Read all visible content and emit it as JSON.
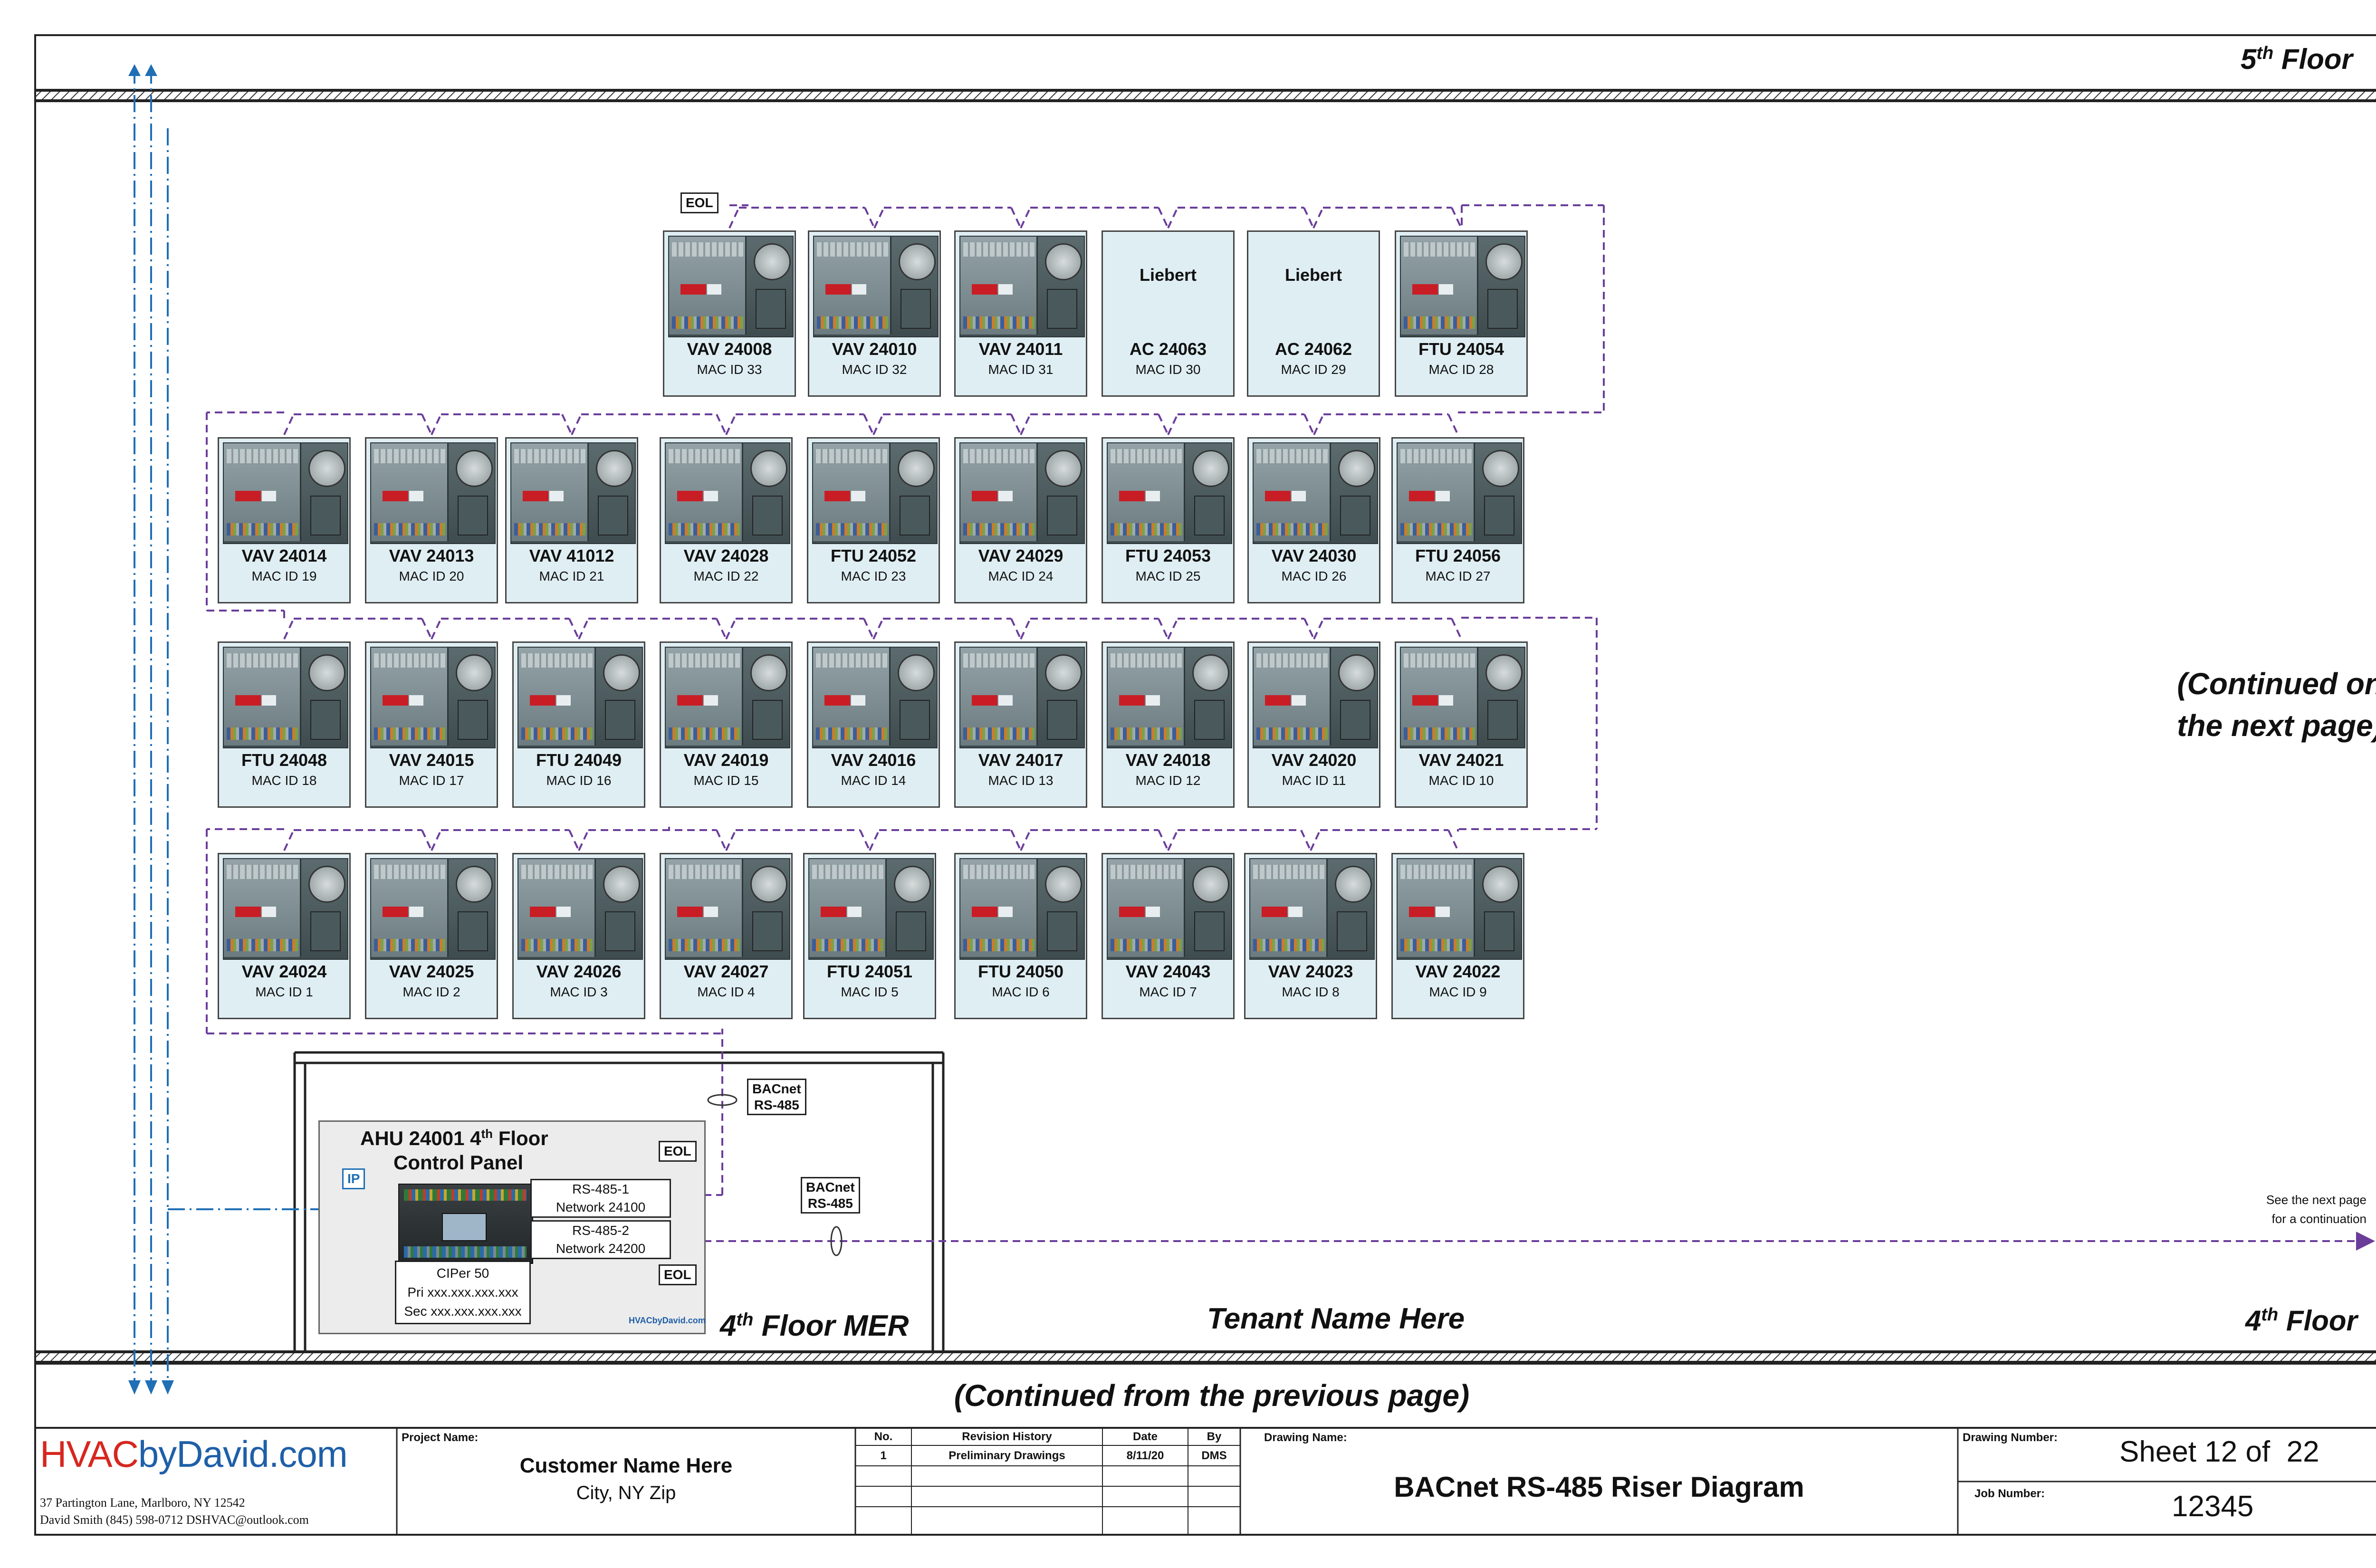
{
  "floors": {
    "top": "5th Floor",
    "bottom": "4th Floor",
    "top_base": "5",
    "top_sup": "th",
    "top_word": "Floor",
    "bottom_base": "4",
    "bottom_sup": "th",
    "bottom_word": "Floor"
  },
  "notes": {
    "continued_next": [
      "(Continued on",
      "the next page)"
    ],
    "continued_prev": "(Continued from the previous page)",
    "tenant": "Tenant Name Here",
    "see_next": [
      "See the next page",
      "for a continuation"
    ],
    "mer": "4th Floor MER",
    "mer_base": "4",
    "mer_sup": "th",
    "mer_word": "Floor MER"
  },
  "eol": "EOL",
  "bacnet_tag": [
    "BACnet",
    "RS-485"
  ],
  "ip_tag": "IP",
  "panel": {
    "title_line1_base": "AHU 24001 4",
    "title_line1_sup": "th",
    "title_line1_end": " Floor",
    "title_line2": "Control Panel",
    "controller": [
      "CIPer 50",
      "Pri xxx.xxx.xxx.xxx",
      "Sec xxx.xxx.xxx.xxx"
    ],
    "rs1": [
      "RS-485-1",
      "Network 24100"
    ],
    "rs2": [
      "RS-485-2",
      "Network 24200"
    ],
    "watermark": "HVACbyDavid.com"
  },
  "devices": {
    "row1": [
      {
        "name": "VAV 24008",
        "mac": "MAC ID 33"
      },
      {
        "name": "VAV 24010",
        "mac": "MAC ID 32"
      },
      {
        "name": "VAV 24011",
        "mac": "MAC ID 31"
      },
      {
        "name": "AC 24063",
        "mac": "MAC ID 30",
        "brand": "Liebert"
      },
      {
        "name": "AC 24062",
        "mac": "MAC ID 29",
        "brand": "Liebert"
      },
      {
        "name": "FTU 24054",
        "mac": "MAC ID 28"
      }
    ],
    "row2": [
      {
        "name": "VAV 24014",
        "mac": "MAC ID 19"
      },
      {
        "name": "VAV 24013",
        "mac": "MAC ID 20"
      },
      {
        "name": "VAV 41012",
        "mac": "MAC ID 21"
      },
      {
        "name": "VAV 24028",
        "mac": "MAC ID 22"
      },
      {
        "name": "FTU 24052",
        "mac": "MAC ID 23"
      },
      {
        "name": "VAV 24029",
        "mac": "MAC ID 24"
      },
      {
        "name": "FTU 24053",
        "mac": "MAC ID 25"
      },
      {
        "name": "VAV 24030",
        "mac": "MAC ID 26"
      },
      {
        "name": "FTU 24056",
        "mac": "MAC ID 27"
      }
    ],
    "row3": [
      {
        "name": "FTU 24048",
        "mac": "MAC ID 18"
      },
      {
        "name": "VAV 24015",
        "mac": "MAC ID 17"
      },
      {
        "name": "FTU 24049",
        "mac": "MAC ID 16"
      },
      {
        "name": "VAV 24019",
        "mac": "MAC ID 15"
      },
      {
        "name": "VAV 24016",
        "mac": "MAC ID 14"
      },
      {
        "name": "VAV 24017",
        "mac": "MAC ID 13"
      },
      {
        "name": "VAV 24018",
        "mac": "MAC ID 12"
      },
      {
        "name": "VAV 24020",
        "mac": "MAC ID 11"
      },
      {
        "name": "VAV 24021",
        "mac": "MAC ID 10"
      }
    ],
    "row4": [
      {
        "name": "VAV 24024",
        "mac": "MAC ID 1"
      },
      {
        "name": "VAV 24025",
        "mac": "MAC ID 2"
      },
      {
        "name": "VAV 24026",
        "mac": "MAC ID 3"
      },
      {
        "name": "VAV 24027",
        "mac": "MAC ID 4"
      },
      {
        "name": "FTU 24051",
        "mac": "MAC ID 5"
      },
      {
        "name": "FTU 24050",
        "mac": "MAC ID 6"
      },
      {
        "name": "VAV 24043",
        "mac": "MAC ID 7"
      },
      {
        "name": "VAV 24023",
        "mac": "MAC ID 8"
      },
      {
        "name": "VAV 24022",
        "mac": "MAC ID 9"
      }
    ]
  },
  "title_block": {
    "logo_hvac": "HVAC",
    "logo_by": "byDavid.com",
    "address": "37 Partington Lane, Marlboro, NY 12542",
    "contact": "David Smith (845) 598-0712 DSHVAC@outlook.com",
    "project_label": "Project Name:",
    "customer": "Customer Name Here",
    "city": "City, NY Zip",
    "rev_headers": [
      "No.",
      "Revision History",
      "Date",
      "By"
    ],
    "rev_rows": [
      [
        "1",
        "Preliminary Drawings",
        "8/11/20",
        "DMS"
      ]
    ],
    "drawing_name_label": "Drawing Name:",
    "drawing_name": "BACnet RS-485 Riser Diagram",
    "drawing_number_label": "Drawing Number:",
    "sheet": "Sheet 12 of  22",
    "job_number_label": "Job Number:",
    "job_number": "12345"
  },
  "colors": {
    "purple": "#6a3d9a",
    "blue": "#1f6fb5",
    "logo_blue": "#1f5fa8",
    "logo_red": "#d7261e",
    "device_bg": "#dfeef3"
  }
}
